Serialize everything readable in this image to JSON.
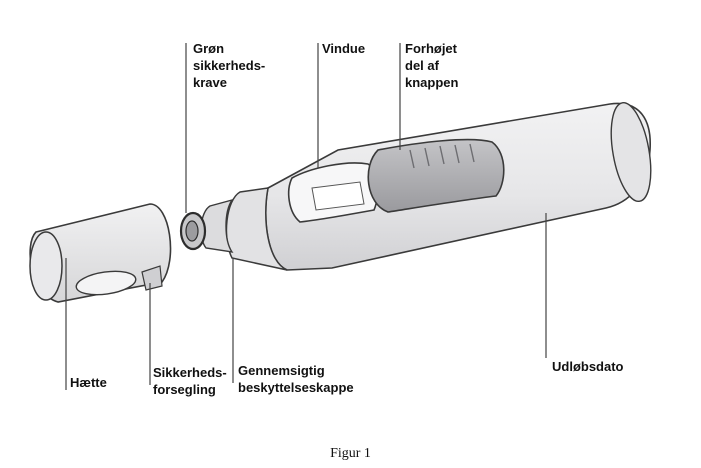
{
  "labels": {
    "green_collar": "Grøn\nsikkerheds-\nkrave",
    "window": "Vindue",
    "raised_button": "Forhøjet\ndel af\nknappen",
    "cap": "Hætte",
    "safety_seal": "Sikkerheds-\nforsegling",
    "transparent_cover": "Gennemsigtig\nbeskyttelseskappe",
    "expiry_date": "Udløbsdato"
  },
  "caption": "Figur 1",
  "colors": {
    "outline": "#3a3a3a",
    "body_fill": "#e8e8ea",
    "button_fill": "#a9a9ad",
    "shadow_fill": "#cfcfd2"
  }
}
